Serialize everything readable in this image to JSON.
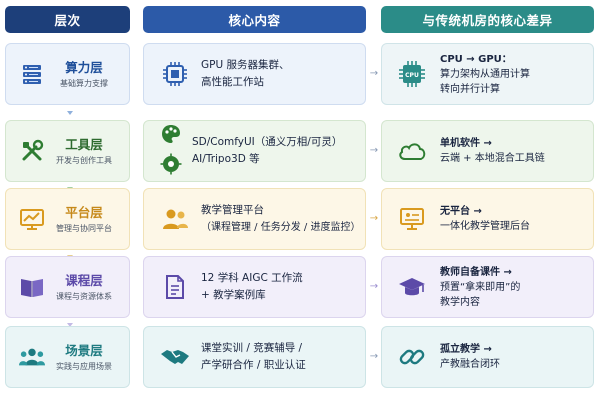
{
  "headers": {
    "col1": "层次",
    "col2": "核心内容",
    "col3": "与传统机房的核心差异"
  },
  "rows": [
    {
      "title": "算力层",
      "subtitle": "基础算力支撑",
      "content": [
        "GPU 服务器集群、",
        "高性能工作站"
      ],
      "diff": [
        "CPU → GPU：",
        "算力架构从通用计算",
        "转向并行计算"
      ],
      "icons": {
        "layer": "server-icon",
        "content": "chip-icon",
        "diff": "cpu-icon"
      },
      "color": "#1f4f9a"
    },
    {
      "title": "工具层",
      "subtitle": "开发与创作工具",
      "content": [
        "SD/ComfyUI（通义万相/可灵）",
        "AI/Tripo3D 等"
      ],
      "diff": [
        "单机软件 →",
        "云端 + 本地混合工具链"
      ],
      "icons": {
        "layer": "tools-icon",
        "content": "palette-icon",
        "content2": "ai-chip-icon",
        "diff": "cloud-icon"
      },
      "color": "#2e6b2f"
    },
    {
      "title": "平台层",
      "subtitle": "管理与协同平台",
      "content": [
        "教学管理平台",
        "（课程管理 / 任务分发 / 进度监控）"
      ],
      "diff": [
        "无平台 →",
        "一体化教学管理后台"
      ],
      "icons": {
        "layer": "chart-monitor-icon",
        "content": "users-icon",
        "diff": "presentation-icon"
      },
      "color": "#c6891a"
    },
    {
      "title": "课程层",
      "subtitle": "课程与资源体系",
      "content": [
        "12 学科 AIGC 工作流",
        "+ 教学案例库"
      ],
      "diff": [
        "教师自备课件 →",
        "预置“拿来即用”的",
        "教学内容"
      ],
      "icons": {
        "layer": "book-icon",
        "content": "document-icon",
        "diff": "graduation-cap-icon"
      },
      "color": "#5c4aa8"
    },
    {
      "title": "场景层",
      "subtitle": "实践与应用场景",
      "content": [
        "课堂实训 / 竞赛辅导 /",
        "产学研合作 / 职业认证"
      ],
      "diff": [
        "孤立教学 →",
        "产教融合闭环"
      ],
      "icons": {
        "layer": "people-group-icon",
        "content": "handshake-icon",
        "diff": "link-icon"
      },
      "color": "#1e7a80"
    }
  ],
  "colors": {
    "header1": "#1d3f7a",
    "header2": "#2c5aa8",
    "header3": "#2b8c88",
    "arrow": "#8a9bb5"
  }
}
